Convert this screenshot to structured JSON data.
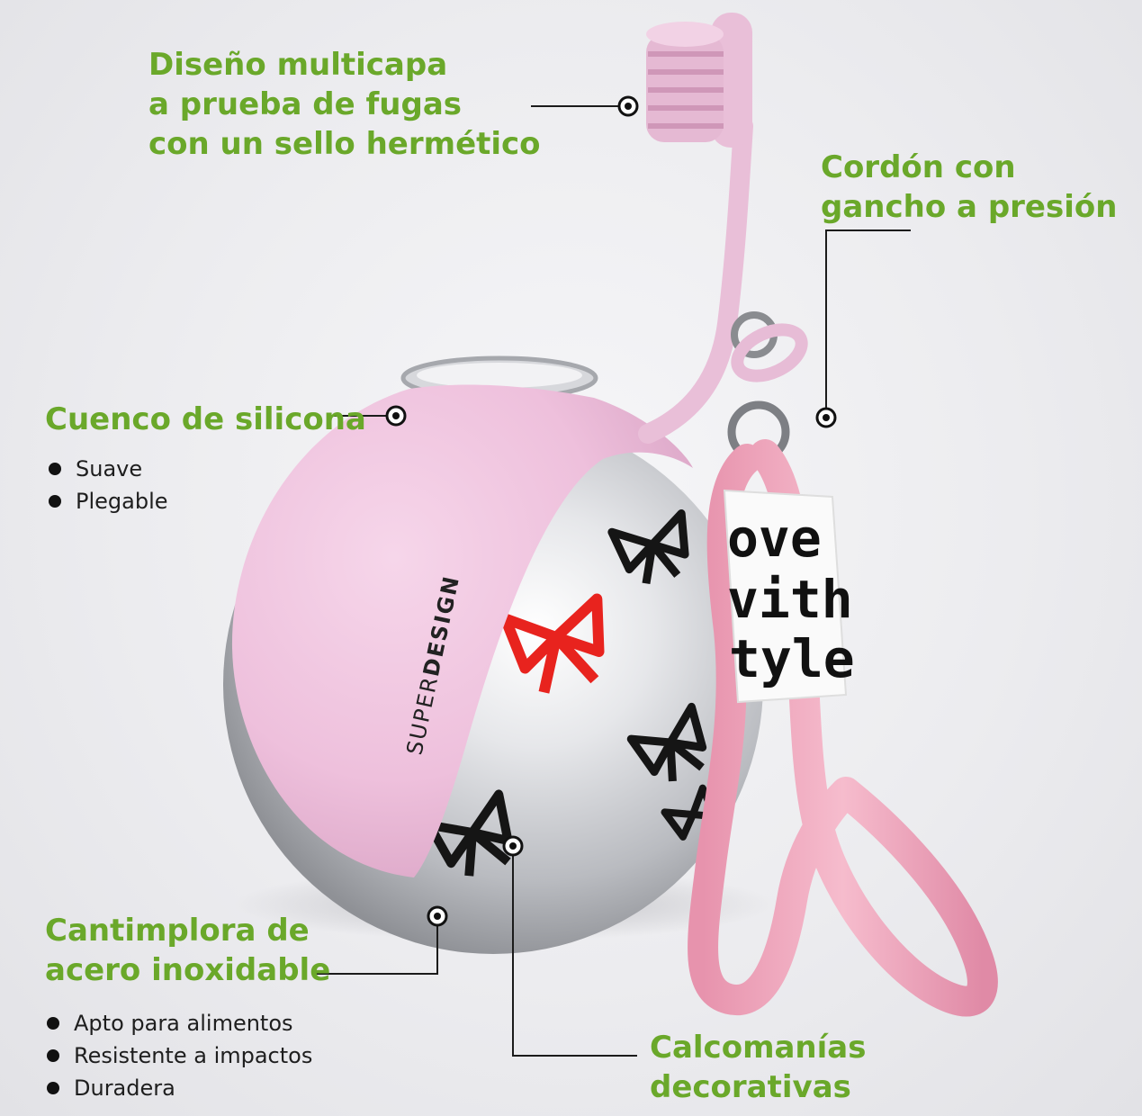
{
  "callouts": {
    "seal": {
      "lines": [
        "Diseño multicapa",
        "a prueba de fugas",
        "con un sello hermético"
      ]
    },
    "lanyard": {
      "lines": [
        "Cordón con",
        "gancho a presión"
      ]
    },
    "bowl": {
      "title": "Cuenco de silicona",
      "features": [
        "Suave",
        "Plegable"
      ]
    },
    "canteen": {
      "lines": [
        "Cantimplora de",
        "acero inoxidable"
      ],
      "features": [
        "Apto para alimentos",
        "Resistente a impactos",
        "Duradera"
      ]
    },
    "decals": {
      "lines": [
        "Calcomanías",
        "decorativas"
      ]
    }
  },
  "product": {
    "brand_light": "SUPER",
    "brand_bold": "DESIGN",
    "strap_label": [
      "ove",
      "vith",
      "tyle"
    ]
  },
  "colors": {
    "callout_green": "#6aa82a",
    "silicone_pink": "#efc3dc",
    "strap_pink": "#f0a9bf",
    "steel": "#c9cbcf",
    "bow_red": "#e8231e"
  }
}
